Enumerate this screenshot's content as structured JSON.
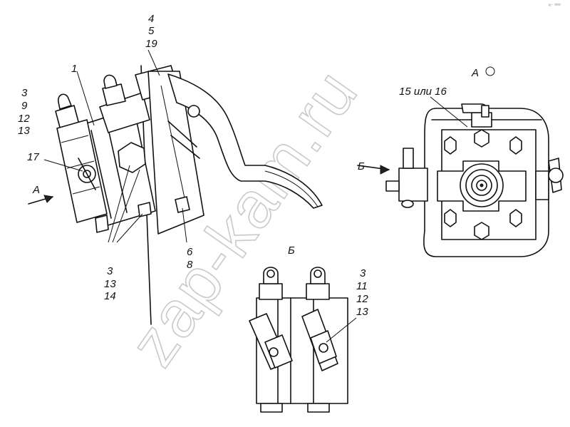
{
  "watermark": "zap-kam.ru",
  "corner_mark": "ᵃ⁻ ⁰⁰⁰",
  "views": {
    "view_a_label": "А",
    "arrow_a_label": "А",
    "view_b_label": "Б",
    "arrow_b_label": "Б"
  },
  "callouts": {
    "c_4": "4",
    "c_5": "5",
    "c_19": "19",
    "c_1": "1",
    "c_3_top": "3",
    "c_9": "9",
    "c_12_top": "12",
    "c_13_top": "13",
    "c_17": "17",
    "c_6": "6",
    "c_8": "8",
    "c_3_bottom": "3",
    "c_13_bottom": "13",
    "c_14": "14",
    "c_15_16": "15 или 16",
    "c_3_right": "3",
    "c_11": "11",
    "c_12_right": "12",
    "c_13_right": "13"
  }
}
